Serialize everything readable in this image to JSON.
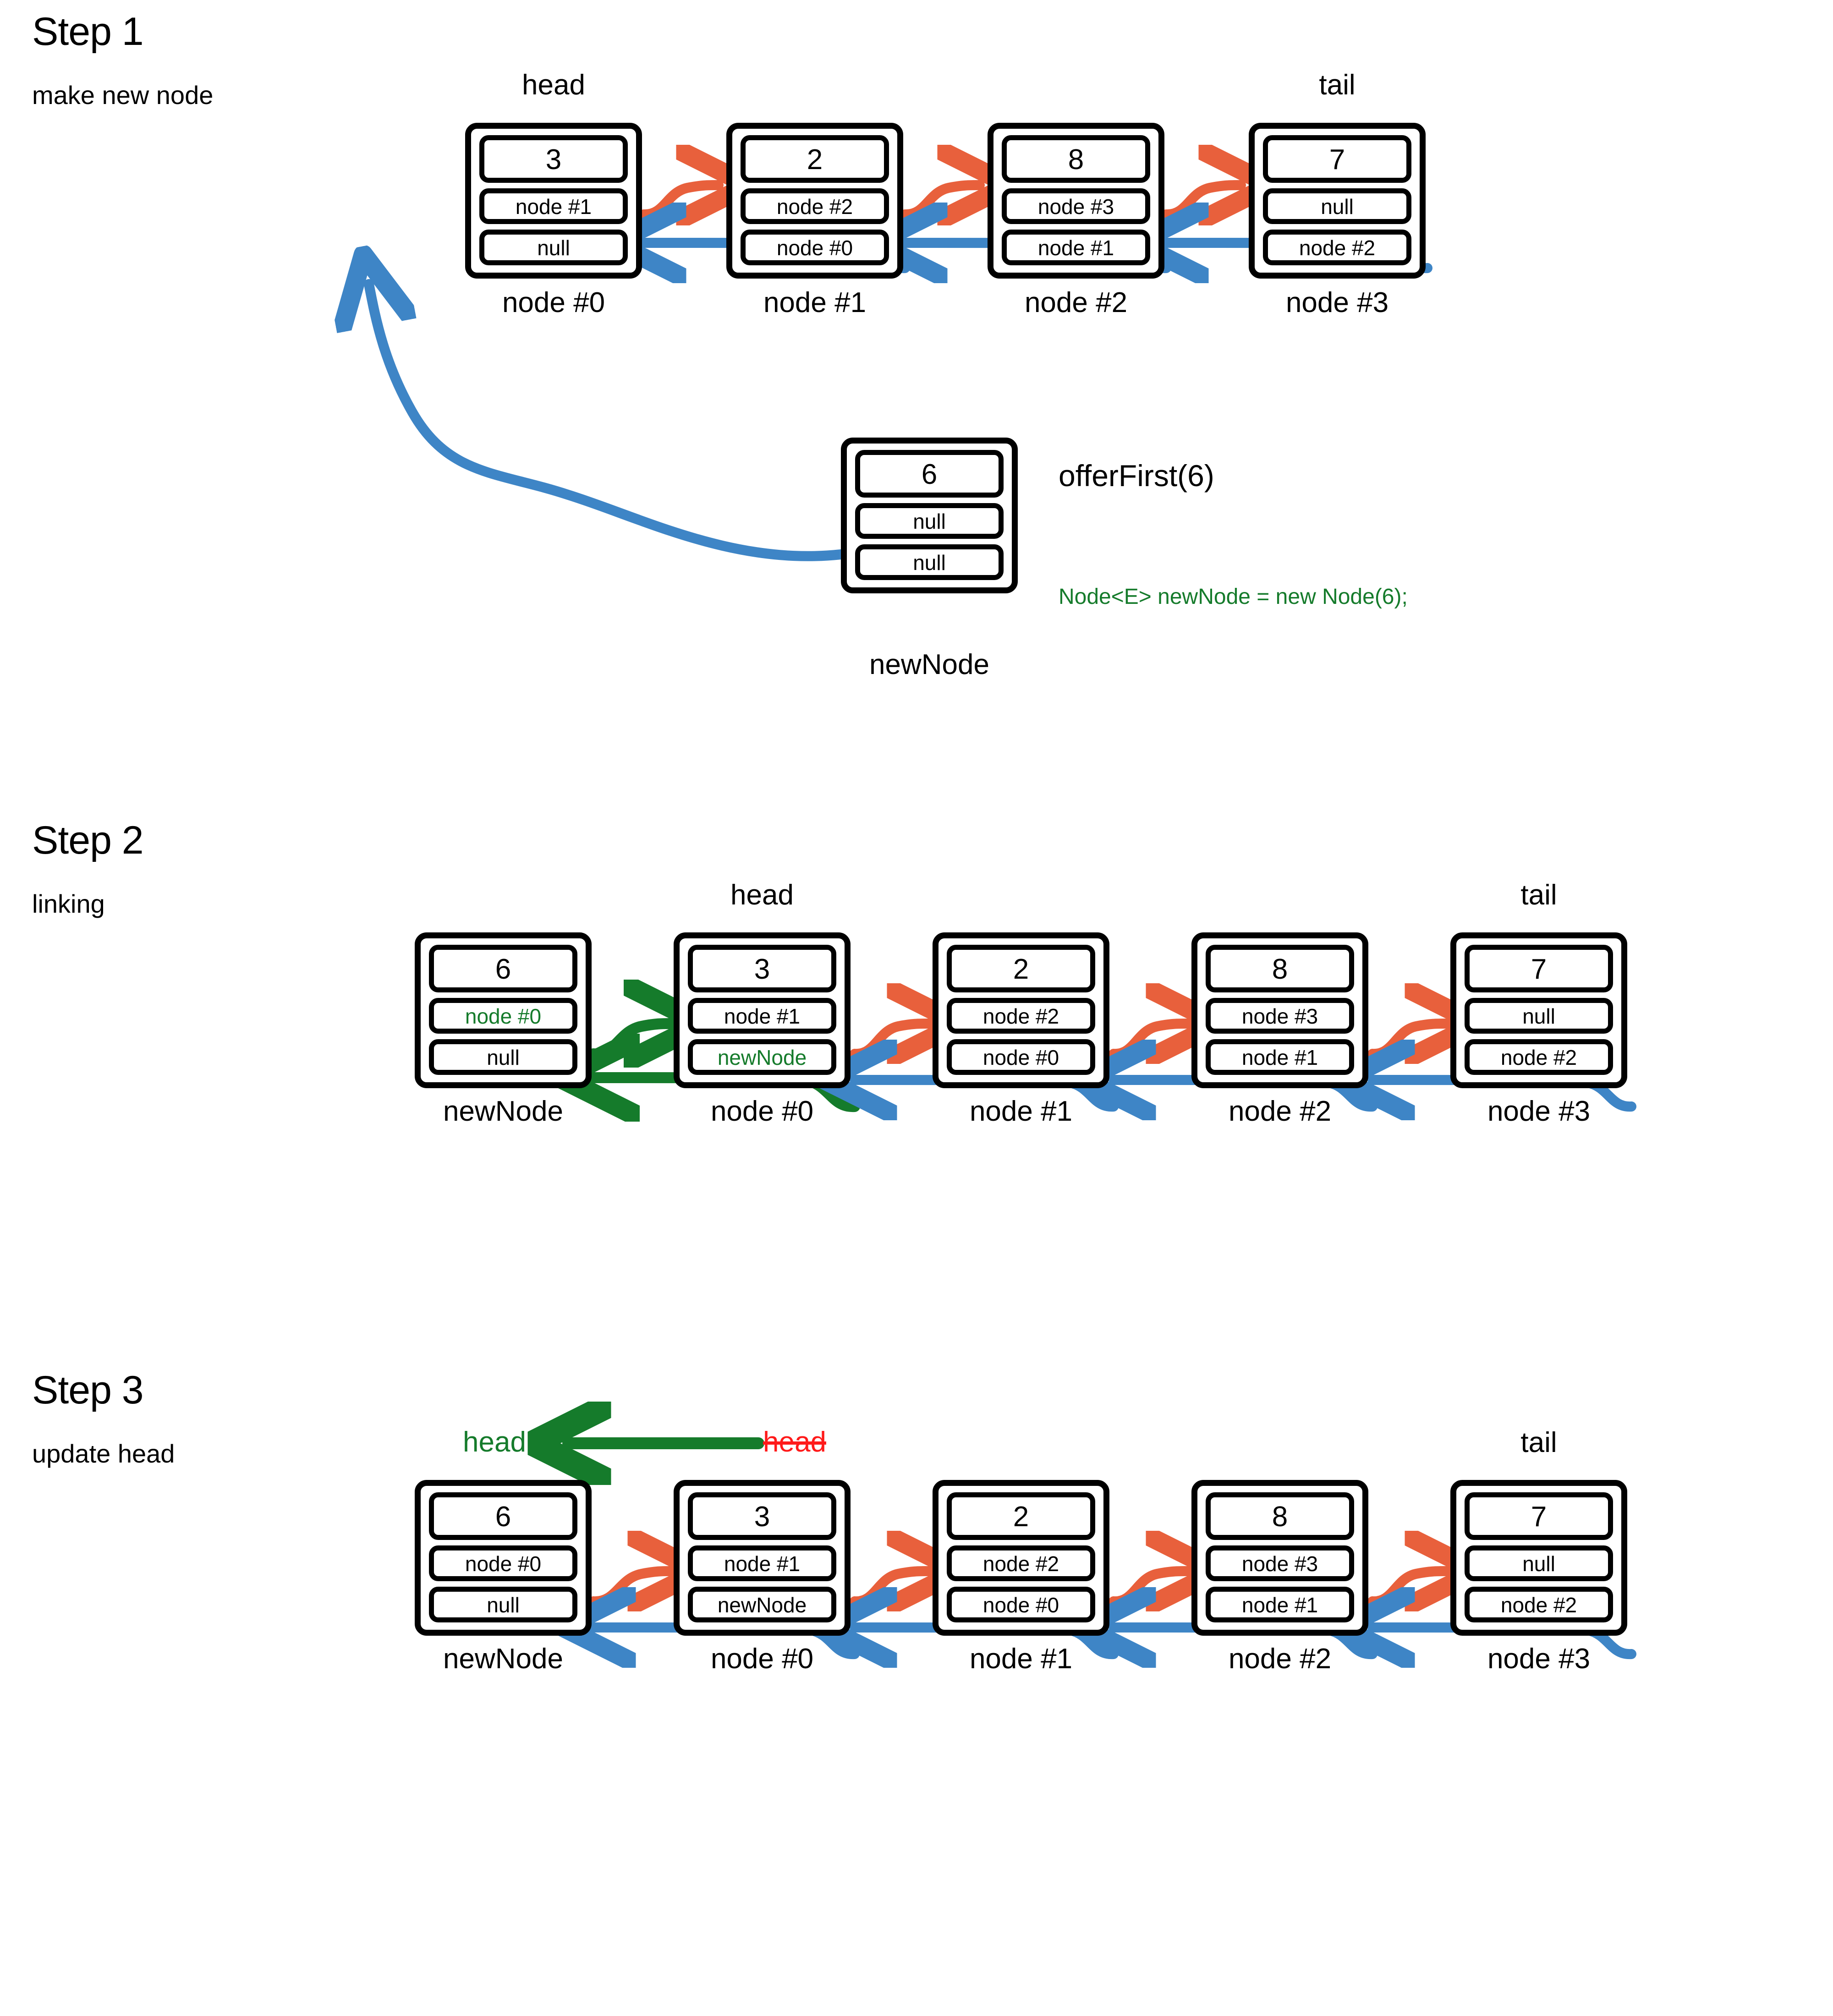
{
  "palette": {
    "next_arrow": "#E8603C",
    "prev_arrow": "#3E85C6",
    "highlight_green": "#157B2B",
    "strike_red": "#FF1A1A",
    "ink": "#000000",
    "background": "#FFFFFF"
  },
  "steps": [
    {
      "title": "Step 1",
      "subtitle": "make new node",
      "call_label": "offerFirst(6)",
      "code_line": "Node<E> newNode = new Node(6);",
      "nodes": [
        {
          "top_label": "head",
          "value": "3",
          "next": "node #1",
          "prev": "null",
          "bottom_label": "node #0"
        },
        {
          "top_label": "",
          "value": "2",
          "next": "node #2",
          "prev": "node #0",
          "bottom_label": "node #1"
        },
        {
          "top_label": "",
          "value": "8",
          "next": "node #3",
          "prev": "node #1",
          "bottom_label": "node #2"
        },
        {
          "top_label": "tail",
          "value": "7",
          "next": "null",
          "prev": "node #2",
          "bottom_label": "node #3"
        }
      ],
      "new_node": {
        "value": "6",
        "next": "null",
        "prev": "null",
        "bottom_label": "newNode"
      }
    },
    {
      "title": "Step 2",
      "subtitle": "linking",
      "nodes": [
        {
          "top_label": "",
          "value": "6",
          "next": "node #0",
          "next_green": true,
          "prev": "null",
          "prev_green": false,
          "bottom_label": "newNode"
        },
        {
          "top_label": "head",
          "value": "3",
          "next": "node #1",
          "next_green": false,
          "prev": "newNode",
          "prev_green": true,
          "bottom_label": "node #0"
        },
        {
          "top_label": "",
          "value": "2",
          "next": "node #2",
          "next_green": false,
          "prev": "node #0",
          "prev_green": false,
          "bottom_label": "node #1"
        },
        {
          "top_label": "",
          "value": "8",
          "next": "node #3",
          "next_green": false,
          "prev": "node #1",
          "prev_green": false,
          "bottom_label": "node #2"
        },
        {
          "top_label": "tail",
          "value": "7",
          "next": "null",
          "next_green": false,
          "prev": "node #2",
          "prev_green": false,
          "bottom_label": "node #3"
        }
      ]
    },
    {
      "title": "Step 3",
      "subtitle": "update head",
      "head_new_label": "head",
      "head_old_label": "head",
      "nodes": [
        {
          "top_label": "",
          "value": "6",
          "next": "node #0",
          "prev": "null",
          "bottom_label": "newNode"
        },
        {
          "top_label": "",
          "value": "3",
          "next": "node #1",
          "prev": "newNode",
          "bottom_label": "node #0"
        },
        {
          "top_label": "",
          "value": "2",
          "next": "node #2",
          "prev": "node #0",
          "bottom_label": "node #1"
        },
        {
          "top_label": "",
          "value": "8",
          "next": "node #3",
          "prev": "node #1",
          "bottom_label": "node #2"
        },
        {
          "top_label": "tail",
          "value": "7",
          "next": "null",
          "prev": "node #2",
          "bottom_label": "node #3"
        }
      ]
    }
  ]
}
